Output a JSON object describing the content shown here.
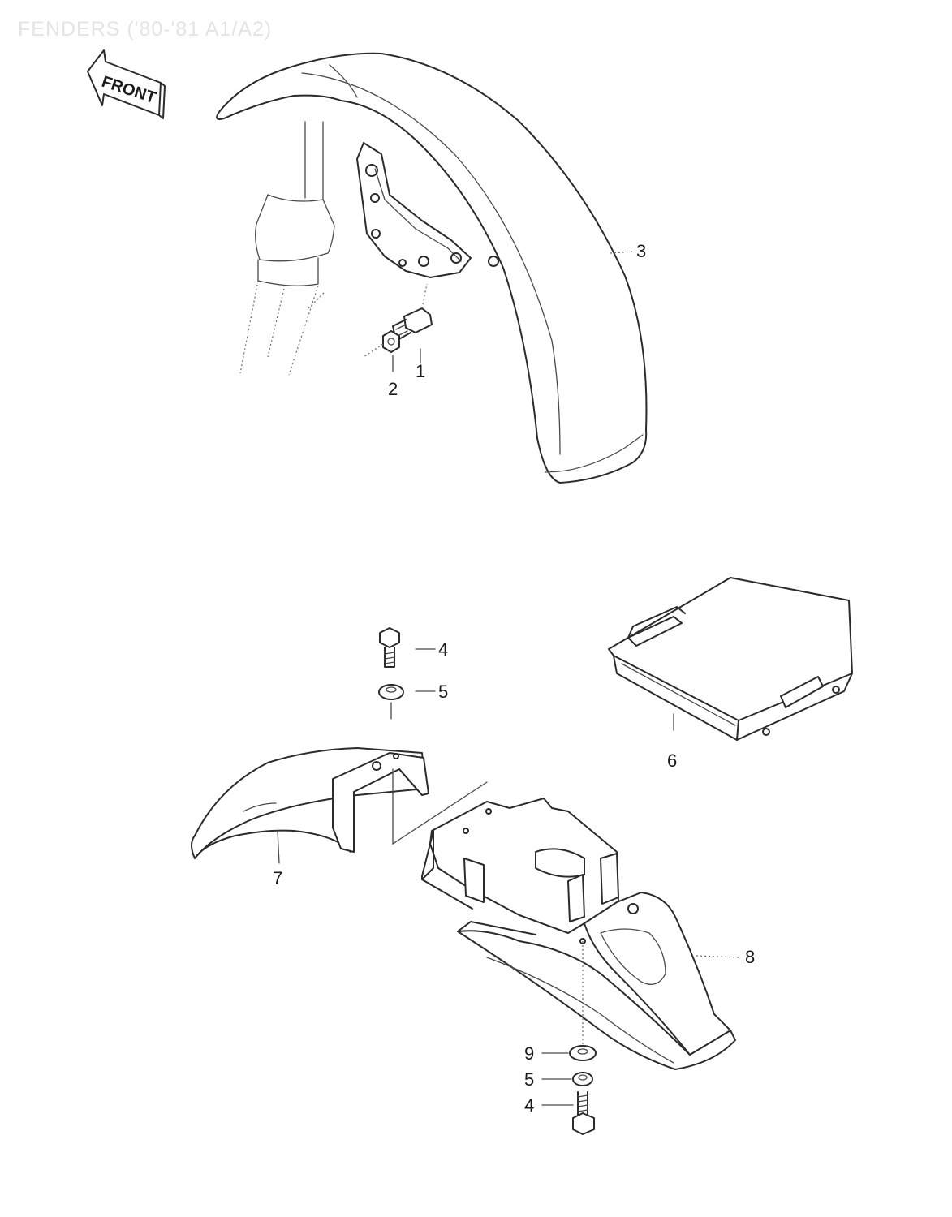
{
  "title": "FENDERS ('80-'81 A1/A2)",
  "direction_label": "FRONT",
  "callouts": {
    "c1": "1",
    "c2": "2",
    "c3": "3",
    "c4a": "4",
    "c5a": "5",
    "c6": "6",
    "c7": "7",
    "c8": "8",
    "c9": "9",
    "c5b": "5",
    "c4b": "4"
  },
  "colors": {
    "line": "#2b2b2b",
    "title": "#e4e4e4",
    "background": "#ffffff"
  }
}
